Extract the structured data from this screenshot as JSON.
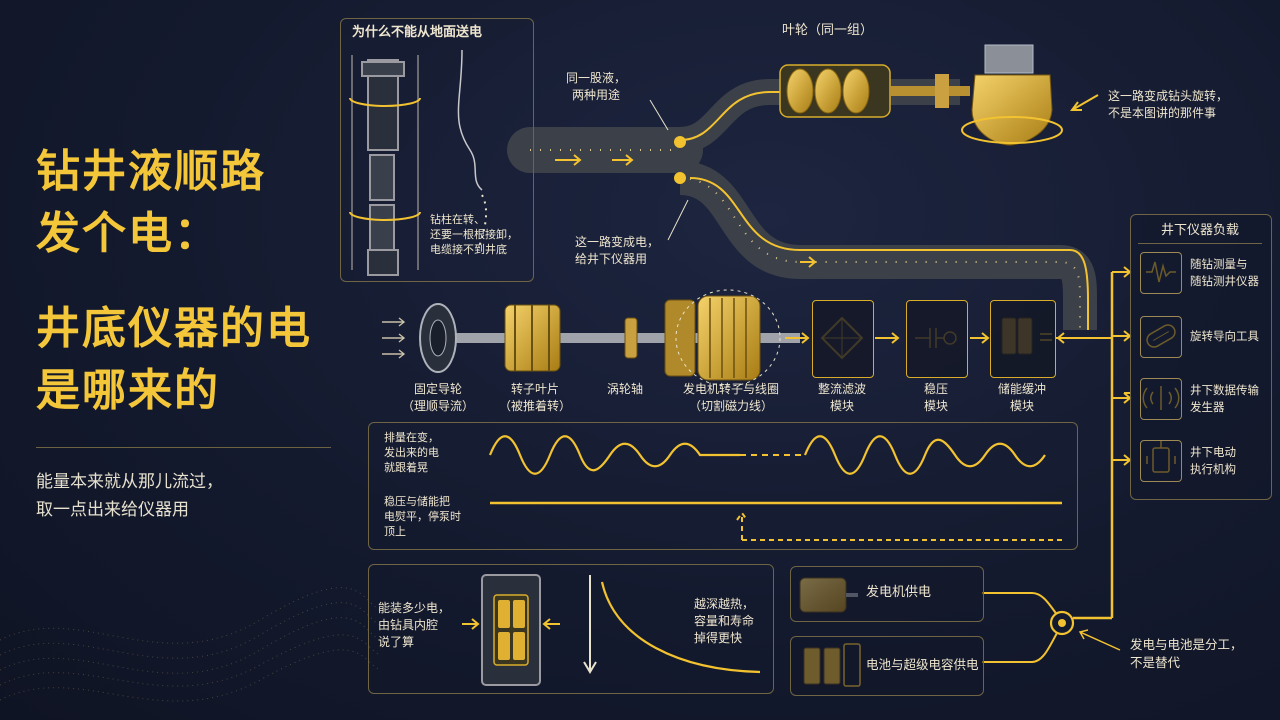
{
  "title": {
    "line1": "钻井液顺路",
    "line2": "发个电：",
    "line3": "井底仪器的电",
    "line4": "是哪来的"
  },
  "subtitle": {
    "line1": "能量本来就从那儿流过，",
    "line2": "取一点出来给仪器用"
  },
  "inset_top": {
    "title": "为什么不能从地面送电",
    "note_line1": "钻柱在转、",
    "note_line2": "还要一根根接卸，",
    "note_line3": "电缆接不到井底"
  },
  "flow": {
    "split_label_line1": "同一股液，",
    "split_label_line2": "两种用途",
    "impeller_label": "叶轮（同一组）",
    "bit_note_line1": "这一路变成钻头旋转，",
    "bit_note_line2": "不是本图讲的那件事",
    "power_note_line1": "这一路变成电，",
    "power_note_line2": "给井下仪器用"
  },
  "chain": {
    "stator_line1": "固定导轮",
    "stator_line2": "（理顺导流）",
    "rotor_line1": "转子叶片",
    "rotor_line2": "（被推着转）",
    "shaft": "涡轮轴",
    "generator_line1": "发电机转子与线圈",
    "generator_line2": "（切割磁力线）",
    "rectifier_line1": "整流滤波",
    "rectifier_line2": "模块",
    "regulator_line1": "稳压",
    "regulator_line2": "模块",
    "storage_line1": "储能缓冲",
    "storage_line2": "模块"
  },
  "loads": {
    "title": "井下仪器负载",
    "items": [
      {
        "line1": "随钻测量与",
        "line2": "随钻测井仪器",
        "icon": "waveform-icon"
      },
      {
        "line1": "旋转导向工具",
        "line2": "",
        "icon": "steering-tool-icon"
      },
      {
        "line1": "井下数据传输",
        "line2": "发生器",
        "icon": "signal-transmitter-icon"
      },
      {
        "line1": "井下电动",
        "line2": "执行机构",
        "icon": "actuator-icon"
      }
    ]
  },
  "signal_panel": {
    "raw_line1": "排量在变，",
    "raw_line2": "发出来的电",
    "raw_line3": "就跟着晃",
    "smooth_line1": "稳压与储能把",
    "smooth_line2": "电熨平，停泵时",
    "smooth_line3": "顶上"
  },
  "capacity": {
    "left_line1": "能装多少电，",
    "left_line2": "由钻具内腔",
    "left_line3": "说了算",
    "right_line1": "越深越热，",
    "right_line2": "容量和寿命",
    "right_line3": "掉得更快"
  },
  "sources": {
    "generator": "发电机供电",
    "battery": "电池与超级电容供电",
    "note_line1": "发电与电池是分工，",
    "note_line2": "不是替代"
  },
  "colors": {
    "accent": "#f2c230",
    "background": "#141a2e",
    "line": "#d9ad2a"
  }
}
